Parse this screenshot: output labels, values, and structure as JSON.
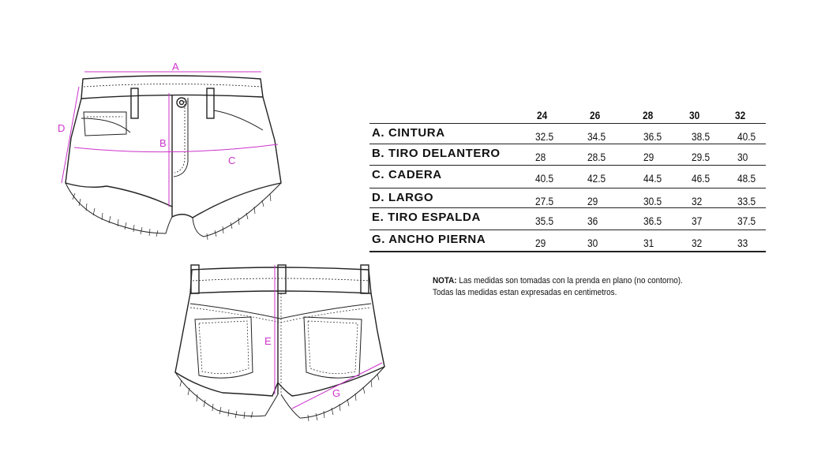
{
  "diagram_labels": {
    "front": [
      "A",
      "B",
      "C",
      "D"
    ],
    "back": [
      "E",
      "G"
    ]
  },
  "table": {
    "sizes": [
      "24",
      "26",
      "28",
      "30",
      "32"
    ],
    "rows": [
      {
        "label": "A.  CINTURA",
        "values": [
          "32.5",
          "34.5",
          "36.5",
          "38.5",
          "40.5"
        ]
      },
      {
        "label": "B.  TIRO DELANTERO",
        "values": [
          "28",
          "28.5",
          "29",
          "29.5",
          "30"
        ]
      },
      {
        "label": "C.  CADERA",
        "values": [
          "40.5",
          "42.5",
          "44.5",
          "46.5",
          "48.5"
        ]
      },
      {
        "label": "D.  LARGO",
        "values": [
          "27.5",
          "29",
          "30.5",
          "32",
          "33.5"
        ]
      },
      {
        "label": "E.  TIRO ESPALDA",
        "values": [
          "35.5",
          "36",
          "36.5",
          "37",
          "37.5"
        ]
      },
      {
        "label": "G.  ANCHO PIERNA",
        "values": [
          "29",
          "30",
          "31",
          "32",
          "33"
        ]
      }
    ]
  },
  "note": {
    "prefix": "NOTA:",
    "line1": " Las medidas son tomadas con la prenda en plano (no contorno).",
    "line2": "Todas las medidas estan expresadas en centimetros."
  },
  "colors": {
    "measure": "#cc33cc",
    "ink": "#222222"
  }
}
